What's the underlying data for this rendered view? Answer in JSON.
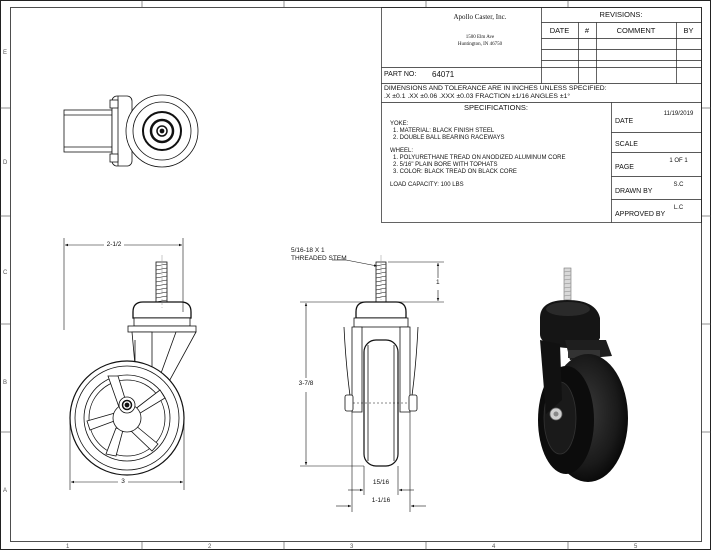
{
  "title_block": {
    "company_name": "Apollo Caster, Inc.",
    "address_line1": "1500 Elm Ave",
    "address_line2": "Huntington, IN 46750",
    "part_no_label": "PART NO:",
    "part_no_value": "64071",
    "tolerance_line1": "DIMENSIONS AND TOLERANCE ARE IN INCHES UNLESS SPECIFIED:",
    "tolerance_line2": ".X  ±0.1     .XX  ±0.06     .XXX  ±0.03     FRACTION  ±1/16     ANGLES  ±1°",
    "specifications_title": "SPECIFICATIONS:",
    "spec_lines": [
      "YOKE:",
      "1. MATERIAL: BLACK FINISH STEEL",
      "2. DOUBLE BALL BEARING RACEWAYS",
      "",
      "WHEEL:",
      "1. POLYURETHANE TREAD ON ANODIZED ALUMINUM CORE",
      "2. 5/16\" PLAIN BORE WITH TOPHATS",
      "3. COLOR: BLACK TREAD ON BLACK CORE",
      "",
      "LOAD CAPACITY: 100 LBS"
    ],
    "revisions_title": "REVISIONS:",
    "revision_headers": [
      "DATE",
      "#",
      "COMMENT",
      "BY"
    ],
    "date_label": "DATE",
    "date_value": "11/19/2019",
    "scale_label": "SCALE",
    "scale_value": "",
    "page_label": "PAGE",
    "page_value": "1 OF 1",
    "drawn_by_label": "DRAWN BY",
    "drawn_by_value": "S.C",
    "approved_by_label": "APPROVED BY",
    "approved_by_value": "L.C"
  },
  "border": {
    "column_labels": [
      "1",
      "2",
      "3",
      "4",
      "5"
    ],
    "row_labels": [
      "E",
      "D",
      "C",
      "B",
      "A"
    ]
  },
  "dimensions": {
    "front_width_top": "2-1/2",
    "front_width_bottom": "3",
    "stem_callout_line1": "5/16-18 X 1",
    "stem_callout_line2": "THREADED STEM",
    "stem_length": "1",
    "overall_height": "3-7/8",
    "wheel_width": "15/16",
    "yoke_width": "1-1/16"
  }
}
